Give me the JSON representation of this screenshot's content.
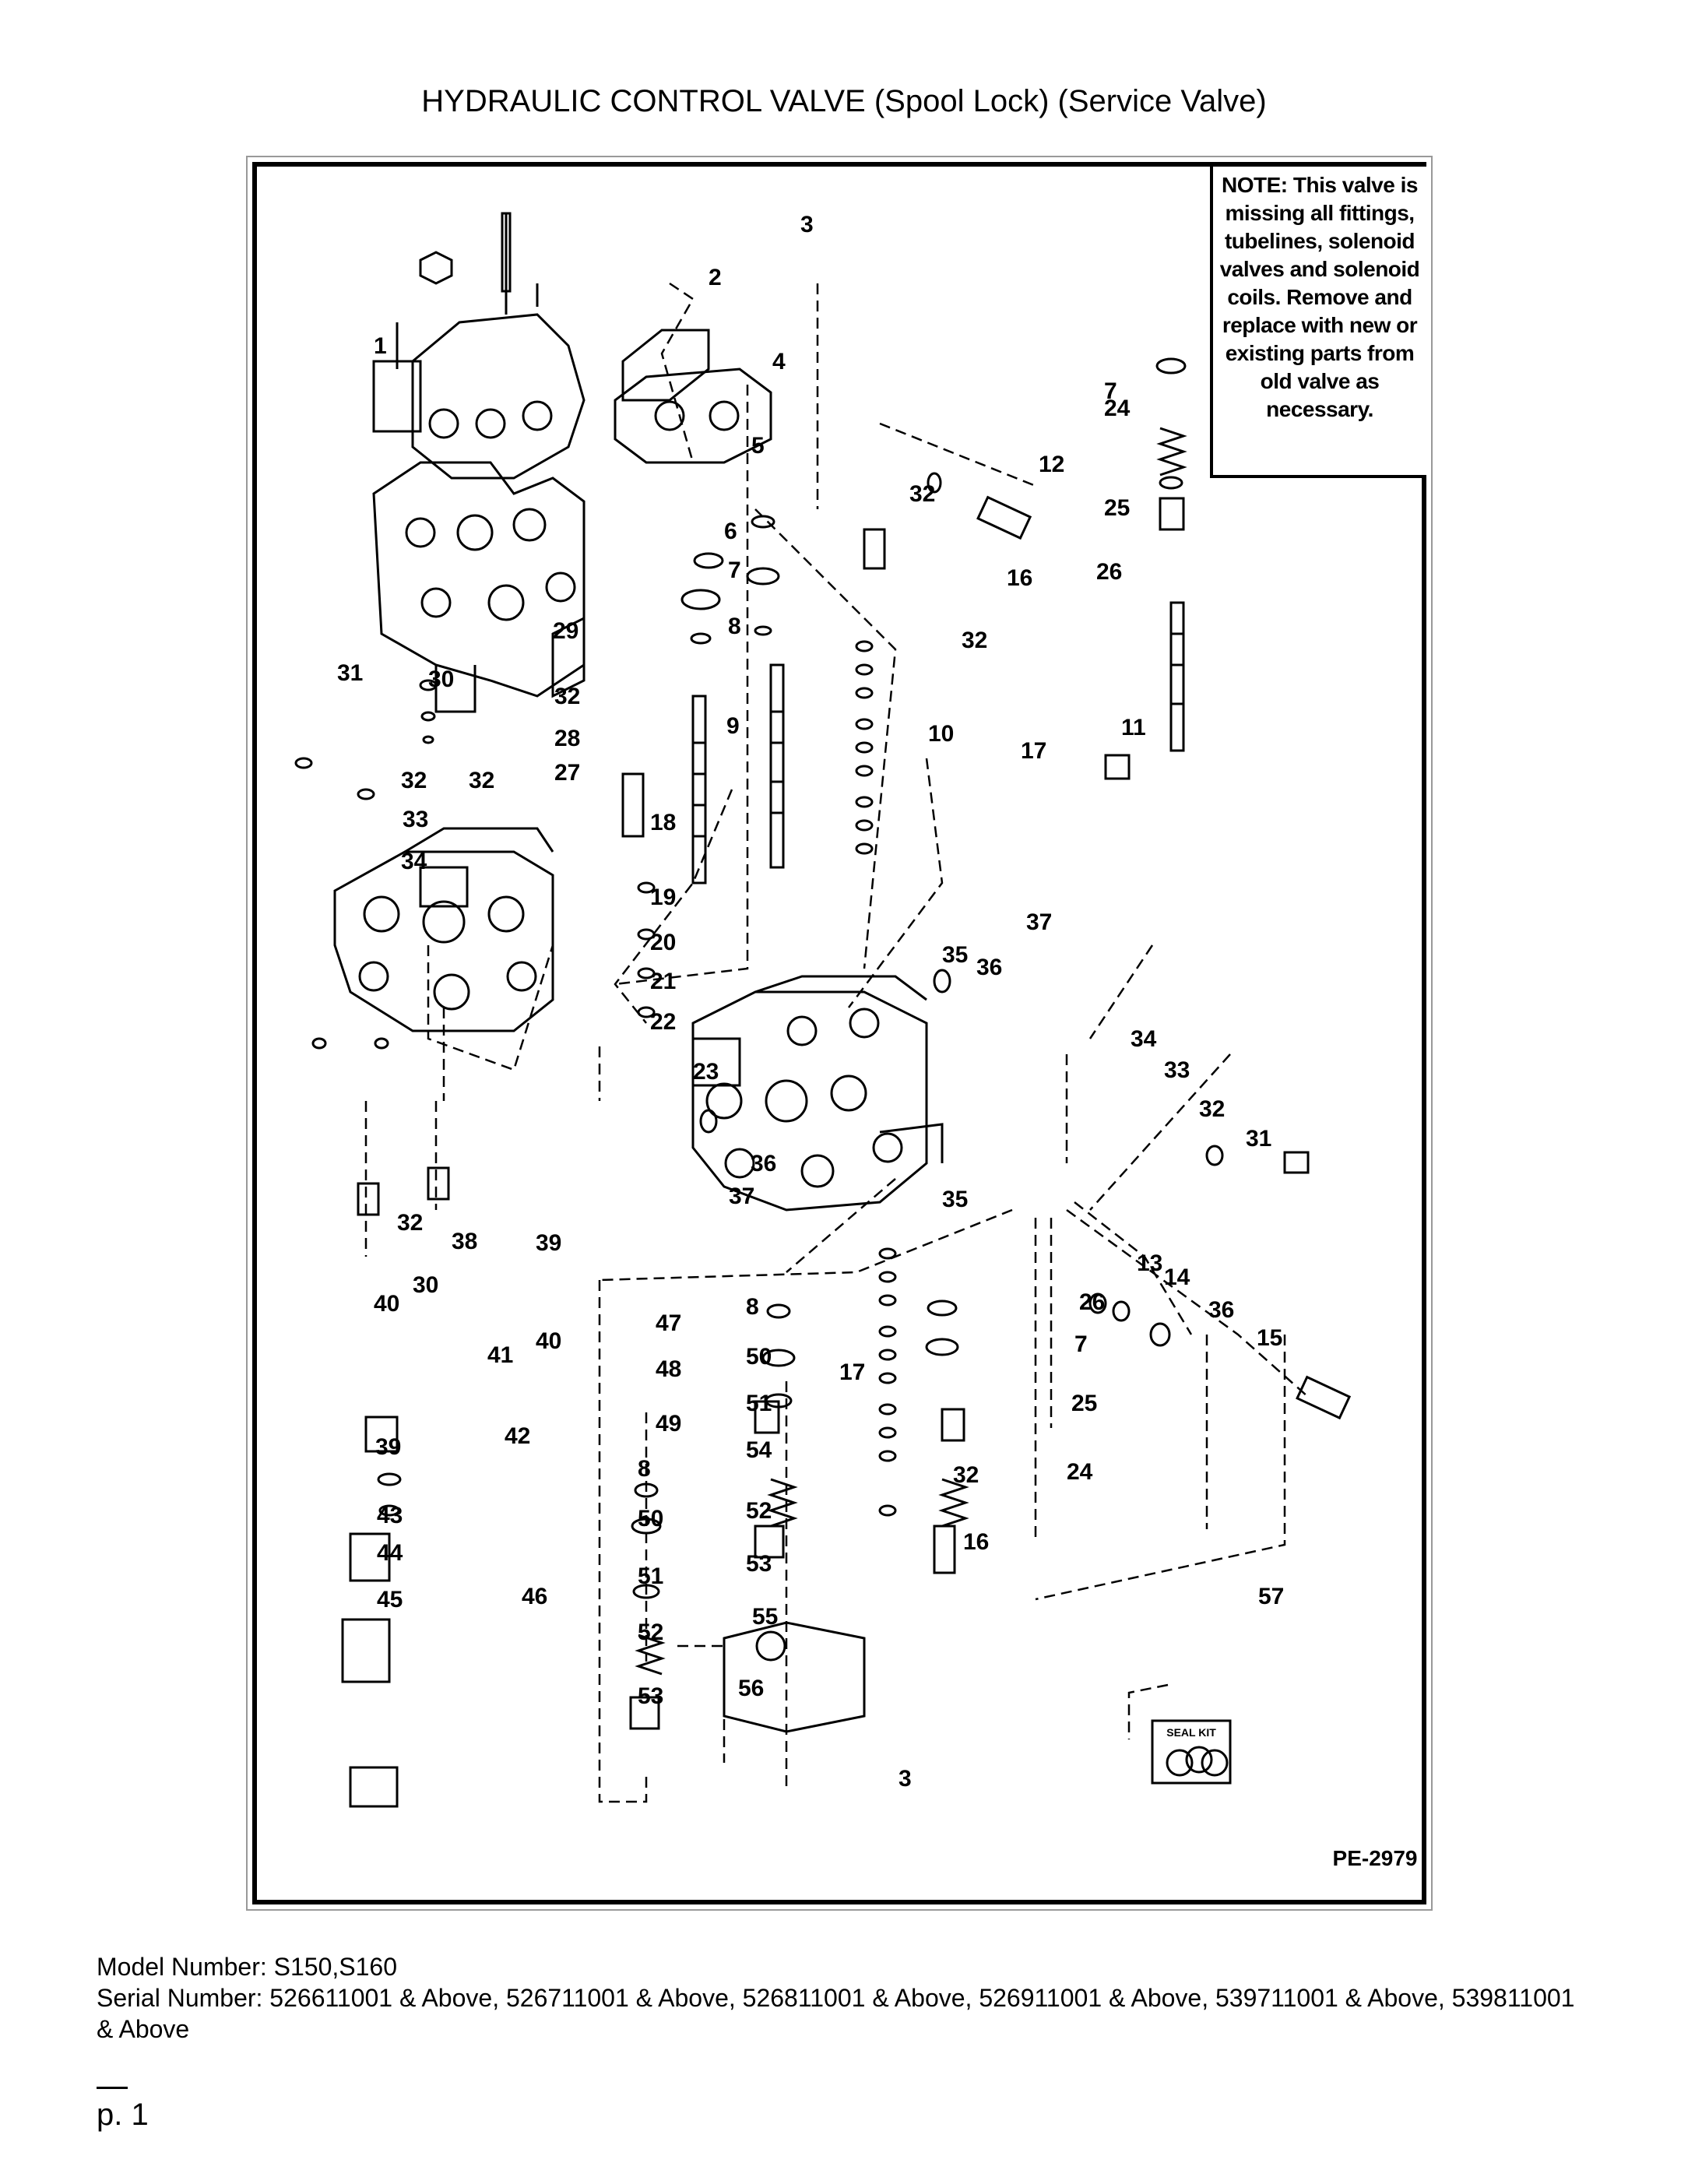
{
  "page": {
    "title": "HYDRAULIC CONTROL VALVE (Spool Lock) (Service Valve)",
    "page_number": "p. 1"
  },
  "note": {
    "lead": "NOTE:",
    "text": " This valve is missing all fittings, tubelines, solenoid valves and solenoid coils. Remove and replace with new or existing parts from old valve as necessary."
  },
  "diagram": {
    "code": "PE-2979",
    "seal_kit_label": "SEAL KIT",
    "labels": [
      {
        "t": "1"
      },
      {
        "t": "2"
      },
      {
        "t": "3"
      },
      {
        "t": "4"
      },
      {
        "t": "5"
      },
      {
        "t": "6"
      },
      {
        "t": "7"
      },
      {
        "t": "8"
      },
      {
        "t": "9"
      },
      {
        "t": "10"
      },
      {
        "t": "11"
      },
      {
        "t": "12"
      },
      {
        "t": "16"
      },
      {
        "t": "17"
      },
      {
        "t": "7"
      },
      {
        "t": "24"
      },
      {
        "t": "25"
      },
      {
        "t": "26"
      },
      {
        "t": "32"
      },
      {
        "t": "32"
      },
      {
        "t": "29"
      },
      {
        "t": "32"
      },
      {
        "t": "28"
      },
      {
        "t": "27"
      },
      {
        "t": "31"
      },
      {
        "t": "30"
      },
      {
        "t": "32"
      },
      {
        "t": "32"
      },
      {
        "t": "33"
      },
      {
        "t": "34"
      },
      {
        "t": "18"
      },
      {
        "t": "19"
      },
      {
        "t": "20"
      },
      {
        "t": "21"
      },
      {
        "t": "22"
      },
      {
        "t": "23"
      },
      {
        "t": "35"
      },
      {
        "t": "36"
      },
      {
        "t": "37"
      },
      {
        "t": "36"
      },
      {
        "t": "37"
      },
      {
        "t": "35"
      },
      {
        "t": "34"
      },
      {
        "t": "33"
      },
      {
        "t": "32"
      },
      {
        "t": "31"
      },
      {
        "t": "13"
      },
      {
        "t": "14"
      },
      {
        "t": "36"
      },
      {
        "t": "15"
      },
      {
        "t": "32"
      },
      {
        "t": "30"
      },
      {
        "t": "47"
      },
      {
        "t": "48"
      },
      {
        "t": "49"
      },
      {
        "t": "8"
      },
      {
        "t": "50"
      },
      {
        "t": "51"
      },
      {
        "t": "52"
      },
      {
        "t": "53"
      },
      {
        "t": "8"
      },
      {
        "t": "50"
      },
      {
        "t": "51"
      },
      {
        "t": "54"
      },
      {
        "t": "52"
      },
      {
        "t": "53"
      },
      {
        "t": "55"
      },
      {
        "t": "56"
      },
      {
        "t": "3"
      },
      {
        "t": "17"
      },
      {
        "t": "32"
      },
      {
        "t": "16"
      },
      {
        "t": "26"
      },
      {
        "t": "7"
      },
      {
        "t": "25"
      },
      {
        "t": "24"
      },
      {
        "t": "57"
      },
      {
        "t": "38"
      },
      {
        "t": "39"
      },
      {
        "t": "40"
      },
      {
        "t": "40"
      },
      {
        "t": "39"
      },
      {
        "t": "41"
      },
      {
        "t": "42"
      },
      {
        "t": "43"
      },
      {
        "t": "44"
      },
      {
        "t": "45"
      },
      {
        "t": "46"
      }
    ]
  },
  "footer": {
    "model": "Model Number: S150,S160",
    "serial": "Serial Number: 526611001 & Above, 526711001 & Above, 526811001 & Above, 526911001 & Above, 539711001 & Above, 539811001 & Above"
  }
}
